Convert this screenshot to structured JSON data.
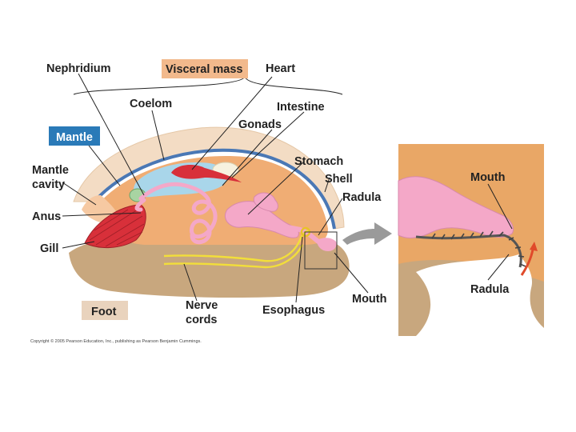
{
  "labels": {
    "nephridium": "Nephridium",
    "visceral_mass": "Visceral mass",
    "heart": "Heart",
    "coelom": "Coelom",
    "intestine": "Intestine",
    "gonads": "Gonads",
    "mantle": "Mantle",
    "stomach": "Stomach",
    "mantle_cavity_1": "Mantle",
    "mantle_cavity_2": "cavity",
    "shell": "Shell",
    "radula": "Radula",
    "anus": "Anus",
    "gill": "Gill",
    "foot": "Foot",
    "nerve_cords_1": "Nerve",
    "nerve_cords_2": "cords",
    "esophagus": "Esophagus",
    "mouth": "Mouth",
    "inset_mouth": "Mouth",
    "inset_radula": "Radula"
  },
  "copyright": "Copyright © 2005 Pearson Education, Inc., publishing as Pearson Benjamin Cummings.",
  "colors": {
    "visceral_mass_box": "#f2b98c",
    "mantle_box": "#2a7ab8",
    "foot_box": "#e9d3bd",
    "foot": "#c8a77e",
    "shell": "#f3dcc4",
    "mantle_tissue": "#4a78b5",
    "body": "#f0ad74",
    "coelom": "#a9d6ea",
    "gill": "#d8303a",
    "digestive": "#f4a8c8",
    "nerve": "#f2de3a",
    "arrow": "#e04a2a"
  }
}
